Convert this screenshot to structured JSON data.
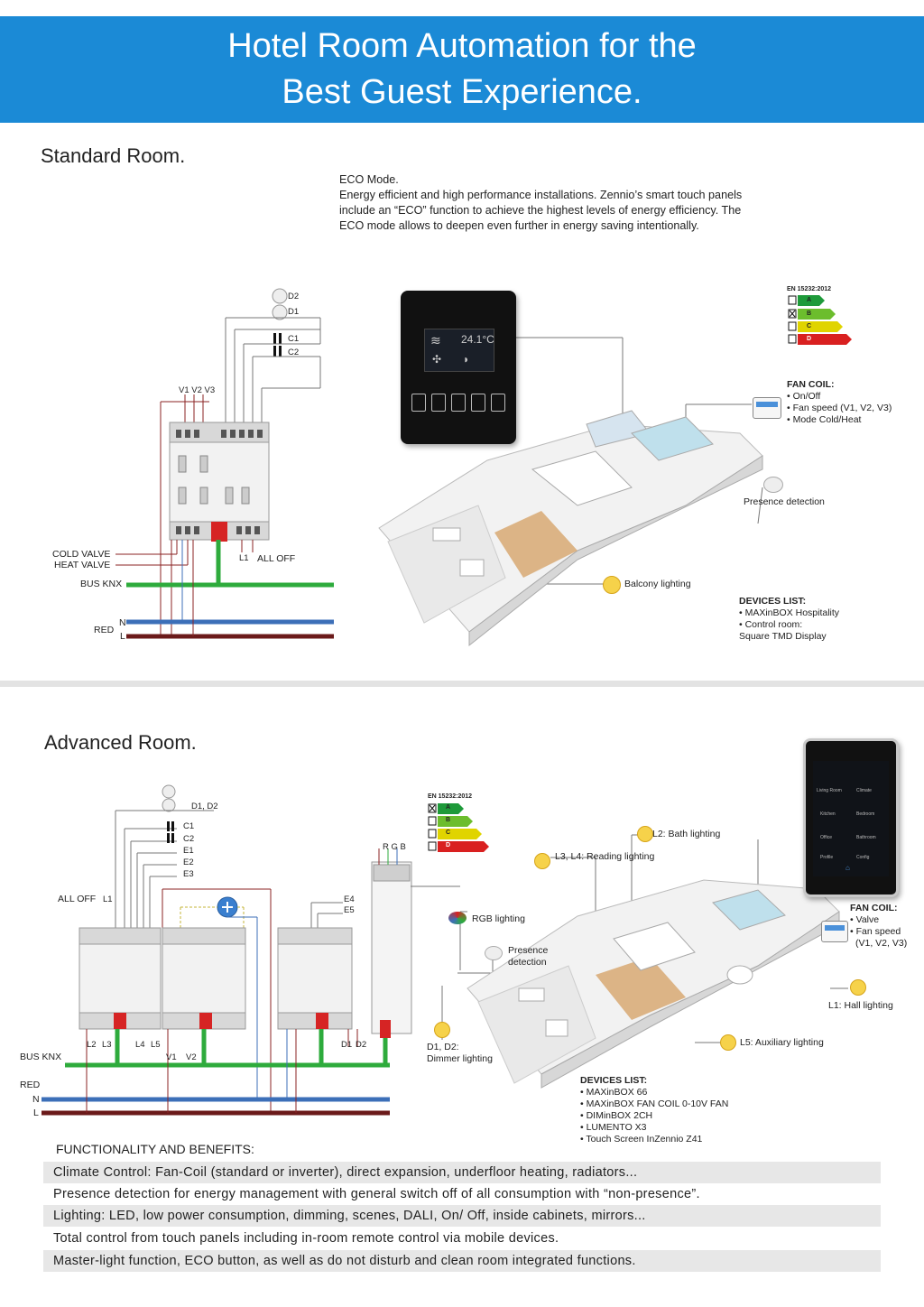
{
  "header": {
    "title": "Hotel Room Automation for the\nBest Guest Experience."
  },
  "standard": {
    "title": "Standard Room.",
    "eco_text": "ECO Mode.\nEnergy efficient and high performance installations. Zennio’s smart touch panels include an “ECO” function to achieve the highest levels of energy efficiency. The ECO mode allows to deepen even further in energy saving intentionally.",
    "sensor_labels": [
      "D2",
      "D1",
      "C1",
      "C2"
    ],
    "fan_speed_label": "V1 V2 V3",
    "valve_labels": [
      "COLD VALVE",
      "HEAT VALVE"
    ],
    "l1_label": "L1",
    "all_off_label": "ALL OFF",
    "bus_label": "BUS KNX",
    "red_label": "RED",
    "n_label": "N",
    "l_label": "L",
    "energy_standard": "EN 15232:2012",
    "energy_classes": [
      "A",
      "B",
      "C",
      "D"
    ],
    "panel_temp": "24.1°C",
    "fan_coil": {
      "title": "FAN COIL:",
      "items": [
        "• On/Off",
        "• Fan speed (V1, V2, V3)",
        "• Mode Cold/Heat"
      ]
    },
    "presence_label": "Presence detection",
    "balcony_label": "Balcony lighting",
    "devices": {
      "title": "DEVICES LIST:",
      "items": [
        "• MAXinBOX Hospitality",
        "• Control room:",
        "Square TMD Display"
      ]
    }
  },
  "advanced": {
    "title": "Advanced Room.",
    "sensor_label": "D1, D2",
    "contact_labels": [
      "C1",
      "C2",
      "E1",
      "E2",
      "E3"
    ],
    "e_labels": [
      "E4",
      "E5"
    ],
    "rgb_label": "R G B",
    "all_off_label": "ALL OFF",
    "l1_label": "L1",
    "bottom_labels": [
      "L2",
      "L3",
      "L4",
      "L5",
      "V1",
      "V2",
      "D1",
      "D2"
    ],
    "bus_label": "BUS KNX",
    "red_label": "RED",
    "n_label": "N",
    "l_label": "L",
    "energy_standard": "EN 15232:2012",
    "energy_classes": [
      "A",
      "B",
      "C",
      "D"
    ],
    "bath_label": "L2: Bath lighting",
    "reading_label": "L3, L4: Reading lighting",
    "rgb_lighting_label": "RGB lighting",
    "presence_label": "Presence\ndetection",
    "fan_coil": {
      "title": "FAN COIL:",
      "items": [
        "• Valve",
        "• Fan speed",
        "(V1, V2, V3)"
      ]
    },
    "hall_label": "L1: Hall lighting",
    "aux_label": "L5: Auxiliary lighting",
    "dimmer_label": "D1, D2:\nDimmer lighting",
    "devices": {
      "title": "DEVICES LIST:",
      "items": [
        "• MAXinBOX 66",
        "• MAXinBOX FAN COIL 0-10V FAN",
        "• DIMinBOX 2CH",
        "• LUMENTO X3",
        "• Touch Screen InZennio Z41"
      ]
    },
    "panel_rooms": [
      "Living Room",
      "Climate",
      "Kitchen",
      "Bedroom",
      "Office",
      "Bathroom",
      "Profile",
      "Config"
    ]
  },
  "functionality": {
    "title": "FUNCTIONALITY AND BENEFITS:",
    "rows": [
      "Climate Control: Fan-Coil (standard or inverter), direct expansion, underfloor heating, radiators...",
      "Presence detection for energy management with general switch off of all consumption with “non-presence”.",
      "Lighting: LED, low power consumption, dimming, scenes, DALI, On/ Off, inside cabinets, mirrors...",
      "Total control from touch panels including in-room remote control via mobile devices.",
      "Master-light function, ECO button, as well as do not disturb and clean room integrated functions."
    ]
  },
  "colors": {
    "banner": "#1b8ad6",
    "bus_knx": "#2eab3c",
    "neutral": "#3c6fb8",
    "line": "#6b1a1a",
    "energy_a": "#1e9a3a",
    "energy_b": "#6cbd2d",
    "energy_c": "#e0d400",
    "energy_d": "#d92020"
  }
}
